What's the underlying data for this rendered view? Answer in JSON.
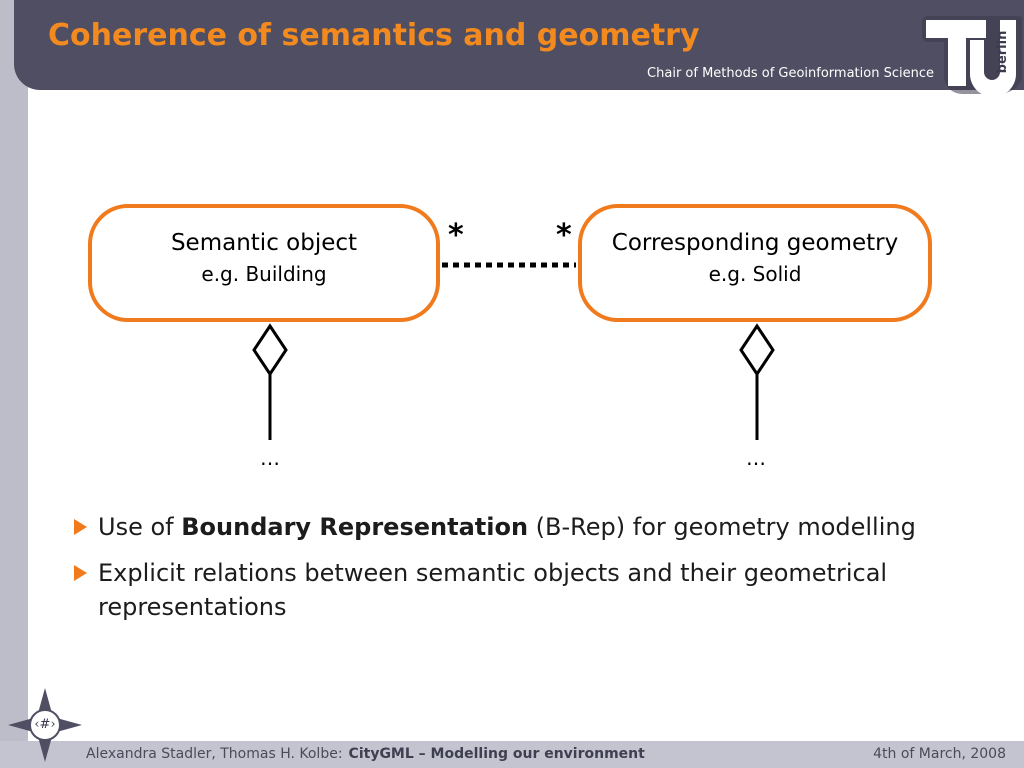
{
  "header": {
    "title": "Coherence of semantics and geometry",
    "chair": "Chair of Methods of Geoinformation Science",
    "logo_text": "berlin"
  },
  "diagram": {
    "left_box": {
      "name": "Semantic object",
      "example": "e.g. Building"
    },
    "right_box": {
      "name": "Corresponding geometry",
      "example": "e.g. Solid"
    },
    "multiplicity_left": "*",
    "multiplicity_right": "*",
    "ellipsis_left": "…",
    "ellipsis_right": "…"
  },
  "bullets": [
    {
      "prefix": "Use of ",
      "bold": "Boundary Representation",
      "suffix": " (B-Rep) for geometry modelling"
    },
    {
      "prefix": "Explicit relations between semantic objects and their geometrical representations",
      "bold": "",
      "suffix": ""
    }
  ],
  "footer": {
    "authors": "Alexandra Stadler, Thomas H. Kolbe:",
    "project": "CityGML – Modelling our environment",
    "date": "4th of March, 2008",
    "nav_label": "‹#›"
  },
  "colors": {
    "header_bg": "#4f4e62",
    "title": "#f28a1f",
    "box_border": "#f07a1c",
    "side_band": "#bdbdc9",
    "footer_bg": "#c4c4d0"
  },
  "icons": [
    "tu-berlin-logo-icon",
    "navigation-compass-icon",
    "bullet-triangle-icon",
    "aggregation-diamond-icon"
  ]
}
